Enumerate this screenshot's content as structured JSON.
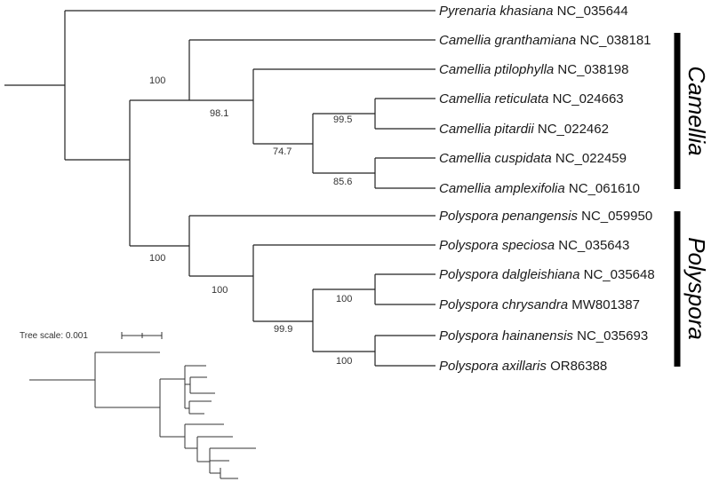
{
  "taxa": [
    {
      "genus": "Pyrenaria",
      "species": "khasiana",
      "accession": "NC_035644",
      "color": "#1a1a1a"
    },
    {
      "genus": "Camellia",
      "species": "granthamiana",
      "accession": "NC_038181",
      "color": "#1a1a1a"
    },
    {
      "genus": "Camellia",
      "species": "ptilophylla",
      "accession": "NC_038198",
      "color": "#1a1a1a"
    },
    {
      "genus": "Camellia",
      "species": "reticulata",
      "accession": "NC_024663",
      "color": "#1a1a1a"
    },
    {
      "genus": "Camellia",
      "species": "pitardii",
      "accession": "NC_022462",
      "color": "#1a1a1a"
    },
    {
      "genus": "Camellia",
      "species": "cuspidata",
      "accession": "NC_022459",
      "color": "#1a1a1a"
    },
    {
      "genus": "Camellia",
      "species": "amplexifolia",
      "accession": "NC_061610",
      "color": "#1a1a1a"
    },
    {
      "genus": "Polyspora",
      "species": "penangensis",
      "accession": "NC_059950",
      "color": "#1a1a1a"
    },
    {
      "genus": "Polyspora",
      "species": "speciosa",
      "accession": "NC_035643",
      "color": "#1a1a1a"
    },
    {
      "genus": "Polyspora",
      "species": "dalgleishiana",
      "accession": "NC_035648",
      "color": "#1a1a1a"
    },
    {
      "genus": "Polyspora",
      "species": "chrysandra",
      "accession": "MW801387",
      "color": "#1a1a1a"
    },
    {
      "genus": "Polyspora",
      "species": "hainanensis",
      "accession": "NC_035693",
      "color": "#1a1a1a"
    },
    {
      "genus": "Polyspora",
      "species": "axillaris",
      "accession": "OR86388",
      "color": "#d32f2f"
    }
  ],
  "supports": [
    "100",
    "98.1",
    "74.7",
    "99.5",
    "85.6",
    "100",
    "100",
    "99.9",
    "100",
    "100"
  ],
  "clades": {
    "camellia": "Camellia",
    "polyspora": "Polyspora"
  },
  "scale": {
    "label": "Tree scale: 0.001"
  },
  "colors": {
    "highlight": "#d32f2f",
    "branch": "#222222",
    "clade_bar": "#000000"
  }
}
